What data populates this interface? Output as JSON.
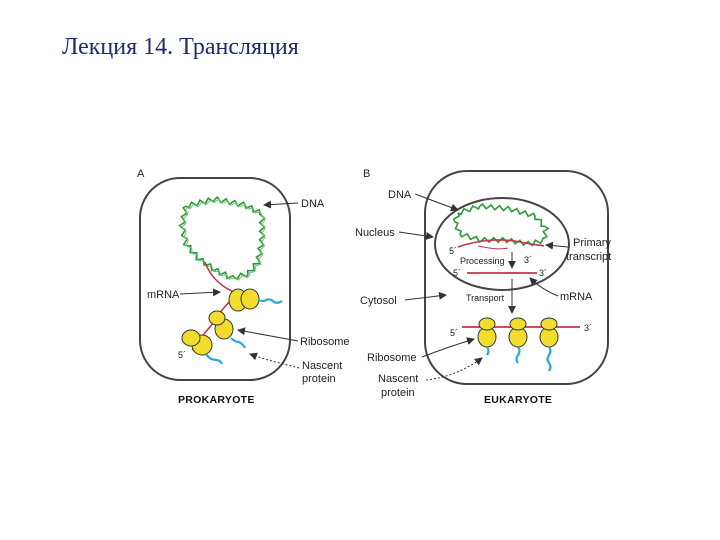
{
  "title": "Лекция 14. Трансляция",
  "panel_a": {
    "letter": "A",
    "labels": {
      "dna": "DNA",
      "mrna": "mRNA",
      "ribosome": "Ribosome",
      "five_prime": "5´",
      "nascent_1": "Nascent",
      "nascent_2": "protein"
    },
    "caption": "PROKARYOTE"
  },
  "panel_b": {
    "letter": "B",
    "labels": {
      "dna": "DNA",
      "nucleus": "Nucleus",
      "primary_1": "Primary",
      "primary_2": "transcript",
      "five_prime_top": "5´",
      "three_prime_top": "3´",
      "processing": "Processing",
      "five_prime_mid": "5´",
      "three_prime_mid": "3´",
      "transport": "Transport",
      "mrna": "mRNA",
      "cytosol": "Cytosol",
      "five_prime_low": "5´",
      "three_prime_low": "3´",
      "ribosome": "Ribosome",
      "nascent_1": "Nascent",
      "nascent_2": "protein"
    },
    "caption": "EUKARYOTE"
  },
  "colors": {
    "title": "#1f2a6b",
    "dna": "#2e9a3a",
    "mrna": "#c8324a",
    "ribosome": "#f2dc2e",
    "protein": "#27a8d8",
    "cell_outline": "#444444"
  }
}
